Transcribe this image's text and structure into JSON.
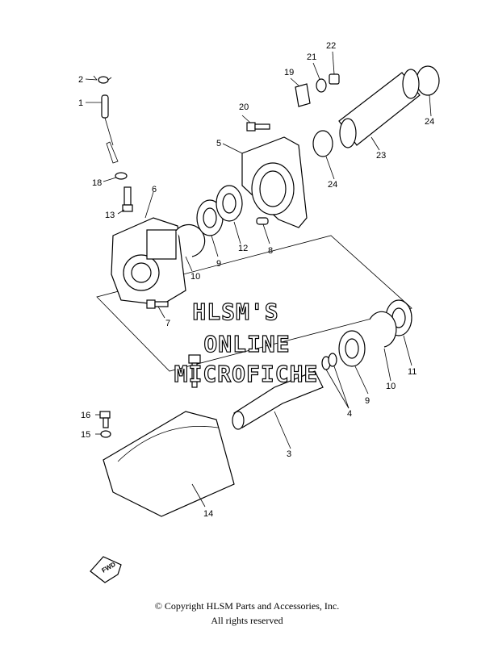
{
  "callouts": [
    "1",
    "2",
    "3",
    "4",
    "5",
    "6",
    "7",
    "8",
    "9",
    "10",
    "11",
    "12",
    "13",
    "14",
    "15",
    "16",
    "18",
    "19",
    "20",
    "21",
    "22",
    "23",
    "24"
  ],
  "parts": {
    "p1": "1",
    "p2": "2",
    "p3": "3",
    "p4": "4",
    "p5": "5",
    "p6": "6",
    "p7": "7",
    "p8": "8",
    "p9a": "9",
    "p9b": "9",
    "p10a": "10",
    "p10b": "10",
    "p11": "11",
    "p12": "12",
    "p13": "13",
    "p14": "14",
    "p15": "15",
    "p16": "16",
    "p18": "18",
    "p19": "19",
    "p20": "20",
    "p21": "21",
    "p22": "22",
    "p23": "23",
    "p24a": "24",
    "p24b": "24"
  },
  "watermark": {
    "line1": "HLSM'S",
    "line2": "ONLINE",
    "line3": "MICROFICHE"
  },
  "fwd_badge": "FWD",
  "footer": {
    "copyright": "© Copyright HLSM Parts and Accessories, Inc.",
    "rights": "All rights reserved"
  }
}
